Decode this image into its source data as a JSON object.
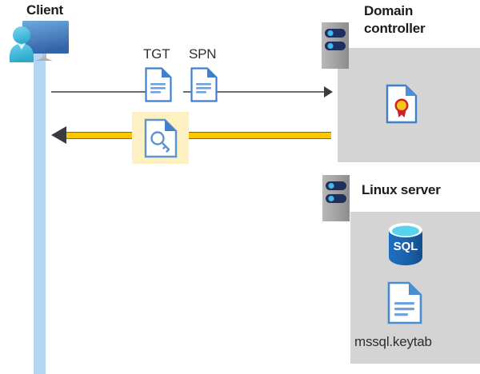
{
  "diagram": {
    "title_client": "Client",
    "title_domain_controller": "Domain controller",
    "title_linux_server": "Linux server",
    "labels": {
      "tgt": "TGT",
      "spn": "SPN",
      "keytab_file": "mssql.keytab"
    },
    "icons": {
      "client": "client-workstation-icon",
      "tgt_document": "document-icon",
      "spn_document": "document-icon",
      "key_document": "key-document-icon",
      "certificate": "certificate-document-icon",
      "sql_database": "sql-database-icon",
      "keytab_document": "document-icon",
      "dc_server": "server-rack-icon",
      "linux_server": "server-rack-icon"
    },
    "connectors": {
      "request_arrow": "black-arrow-right",
      "reply_arrow": "yellow-arrow-left"
    },
    "colors": {
      "panel": "#d4d4d4",
      "lifeline": "#b4d6f5",
      "highlight": "#fdf1c4",
      "arrow_yellow": "#fdc700",
      "arrow_dark": "#3a3a41",
      "doc_blue": "#3f7fce",
      "sql_blue": "#1b66b3",
      "cert_gold": "#f5c518",
      "cert_red": "#cc2229",
      "server_navy": "#1f2f5e",
      "server_gray": "#9a9a9a"
    }
  }
}
